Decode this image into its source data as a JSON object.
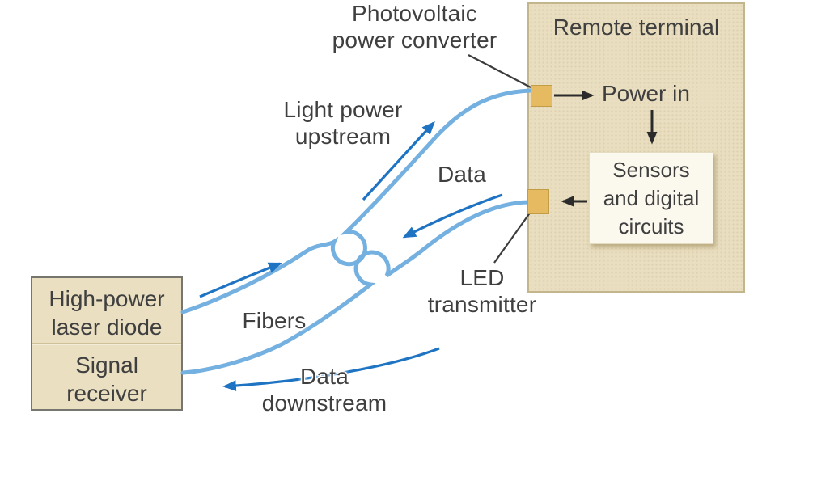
{
  "diagram": {
    "title_implicit": "Power-over-fiber link diagram",
    "labels": {
      "photovoltaic": {
        "line1": "Photovoltaic",
        "line2": "power converter"
      },
      "light_power": {
        "line1": "Light power",
        "line2": "upstream"
      },
      "data_upstream_fiber": "Data",
      "fibers": "Fibers",
      "led": {
        "line1": "LED",
        "line2": "transmitter"
      },
      "data_downstream": {
        "line1": "Data",
        "line2": "downstream"
      }
    },
    "remote_terminal": {
      "title": "Remote terminal",
      "power_in": "Power in",
      "sensors": {
        "line1": "Sensors",
        "line2": "and digital",
        "line3": "circuits"
      }
    },
    "transmitter_unit": {
      "laser": {
        "line1": "High-power",
        "line2": "laser diode"
      },
      "receiver": {
        "line1": "Signal",
        "line2": "receiver"
      }
    },
    "colors": {
      "fiber_blue": "#74b0e0",
      "direction_arrow_blue": "#1e74c2",
      "terminal_fill": "#e9dec0",
      "terminal_border": "#c3b68c",
      "connector_gold": "#e6ba60",
      "sensors_fill": "#fbf8ee",
      "laser_box_border": "#76766e",
      "text": "#3f3f3f",
      "black_arrow": "#2b2b2b"
    }
  }
}
